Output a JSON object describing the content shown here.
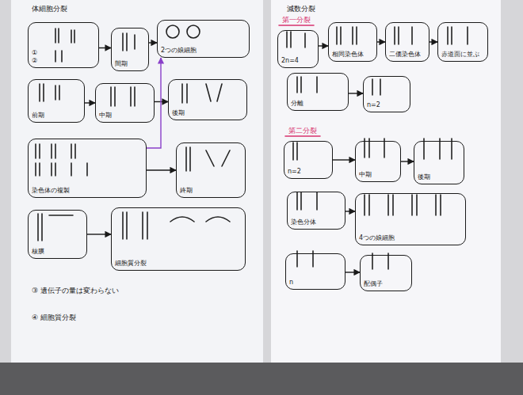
{
  "diagram": {
    "nodes": [
      {
        "text": [
          "①",
          "②"
        ]
      },
      {
        "text": [
          "間期"
        ]
      },
      {
        "text": [
          "2つの娘細胞"
        ]
      },
      {
        "text": [
          "前期"
        ]
      },
      {
        "text": [
          "中期"
        ]
      },
      {
        "text": [
          "後期"
        ]
      },
      {
        "text": [
          "染色体の複製"
        ]
      },
      {
        "text": [
          "終期"
        ]
      },
      {
        "text": [
          "核膜"
        ]
      },
      {
        "text": [
          "細胞質分裂"
        ]
      },
      {
        "text": [
          "2n=4"
        ]
      },
      {
        "text": [
          "相同染色体"
        ]
      },
      {
        "text": [
          "二価染色体"
        ]
      },
      {
        "text": [
          "赤道面に並ぶ"
        ]
      },
      {
        "text": [
          "分離"
        ]
      },
      {
        "text": [
          "n=2"
        ]
      },
      {
        "text": [
          "n=2"
        ]
      },
      {
        "text": [
          "中期"
        ]
      },
      {
        "text": [
          "後期"
        ]
      },
      {
        "text": [
          "染色分体"
        ]
      },
      {
        "text": [
          "4つの娘細胞"
        ]
      },
      {
        "text": [
          "n"
        ]
      },
      {
        "text": [
          "配偶子"
        ]
      }
    ],
    "edges": [
      {
        "from": 0,
        "to": 1,
        "arrow": "to"
      },
      {
        "from": 1,
        "to": 2,
        "arrow": "to"
      },
      {
        "from": 3,
        "to": 4,
        "arrow": "to"
      },
      {
        "from": 4,
        "to": 5,
        "arrow": "to"
      },
      {
        "from": 6,
        "to": 7,
        "arrow": "to"
      },
      {
        "from": 6,
        "to": 2,
        "arrow": "to"
      },
      {
        "from": 8,
        "to": 9,
        "arrow": "to"
      },
      {
        "from": 10,
        "to": 11,
        "arrow": "to"
      },
      {
        "from": 11,
        "to": 12,
        "arrow": "to"
      },
      {
        "from": 12,
        "to": 13,
        "arrow": "to"
      },
      {
        "from": 14,
        "to": 15,
        "arrow": "to"
      },
      {
        "from": 16,
        "to": 17,
        "arrow": "to"
      },
      {
        "from": 17,
        "to": 18,
        "arrow": "to"
      },
      {
        "from": 19,
        "to": 20,
        "arrow": "to"
      },
      {
        "from": 21,
        "to": 22,
        "arrow": "to"
      }
    ],
    "labels": [
      "体細胞分裂",
      "減数分裂",
      "第一分裂",
      "第二分裂",
      "③ 遺伝子の量は変わらない",
      "④ 細胞質分裂"
    ]
  }
}
